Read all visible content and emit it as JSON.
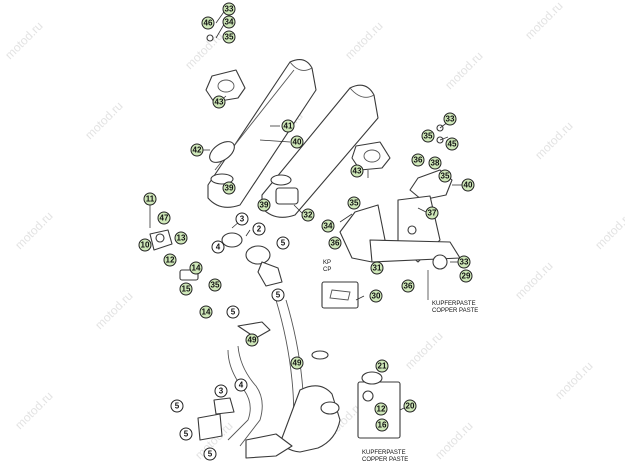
{
  "watermark": "motod.ru",
  "callouts": [
    {
      "id": "c46",
      "label": "46"
    },
    {
      "id": "c33a",
      "label": "33"
    },
    {
      "id": "c34a",
      "label": "34"
    },
    {
      "id": "c35a",
      "label": "35"
    },
    {
      "id": "c43a",
      "label": "43"
    },
    {
      "id": "c41",
      "label": "41"
    },
    {
      "id": "c42",
      "label": "42"
    },
    {
      "id": "c40",
      "label": "40"
    },
    {
      "id": "c39a",
      "label": "39"
    },
    {
      "id": "c43b",
      "label": "43"
    },
    {
      "id": "c33b",
      "label": "33"
    },
    {
      "id": "c35b",
      "label": "35"
    },
    {
      "id": "c45",
      "label": "45"
    },
    {
      "id": "c36a",
      "label": "36"
    },
    {
      "id": "c38",
      "label": "38"
    },
    {
      "id": "c35c",
      "label": "35"
    },
    {
      "id": "c40b",
      "label": "40"
    },
    {
      "id": "c39b",
      "label": "39"
    },
    {
      "id": "c37",
      "label": "37"
    },
    {
      "id": "c32",
      "label": "32"
    },
    {
      "id": "c35d",
      "label": "35"
    },
    {
      "id": "c34b",
      "label": "34"
    },
    {
      "id": "c36b",
      "label": "36"
    },
    {
      "id": "c11",
      "label": "11"
    },
    {
      "id": "c47",
      "label": "47"
    },
    {
      "id": "c3a",
      "label": "3"
    },
    {
      "id": "c2",
      "label": "2"
    },
    {
      "id": "c5a",
      "label": "5"
    },
    {
      "id": "c4a",
      "label": "4"
    },
    {
      "id": "c10",
      "label": "10"
    },
    {
      "id": "c13",
      "label": "13"
    },
    {
      "id": "c33c",
      "label": "33"
    },
    {
      "id": "c29",
      "label": "29"
    },
    {
      "id": "c31",
      "label": "31"
    },
    {
      "id": "c12a",
      "label": "12"
    },
    {
      "id": "c14a",
      "label": "14"
    },
    {
      "id": "c35e",
      "label": "35"
    },
    {
      "id": "c36c",
      "label": "36"
    },
    {
      "id": "c30",
      "label": "30"
    },
    {
      "id": "c15",
      "label": "15"
    },
    {
      "id": "c5b",
      "label": "5"
    },
    {
      "id": "c5c",
      "label": "5"
    },
    {
      "id": "c14b",
      "label": "14"
    },
    {
      "id": "c49a",
      "label": "49"
    },
    {
      "id": "c49b",
      "label": "49"
    },
    {
      "id": "c21",
      "label": "21"
    },
    {
      "id": "c3b",
      "label": "3"
    },
    {
      "id": "c4b",
      "label": "4"
    },
    {
      "id": "c20",
      "label": "20"
    },
    {
      "id": "c5d",
      "label": "5"
    },
    {
      "id": "c12b",
      "label": "12"
    },
    {
      "id": "c16",
      "label": "16"
    },
    {
      "id": "c5e",
      "label": "5"
    },
    {
      "id": "c5f",
      "label": "5"
    }
  ],
  "notes": {
    "kp": "KP",
    "cp": "CP",
    "paste_de_a": "KUPFERPASTE",
    "paste_en_a": "COPPER PASTE",
    "paste_de_b": "KUPFERPASTE",
    "paste_en_b": "COPPER PASTE"
  }
}
